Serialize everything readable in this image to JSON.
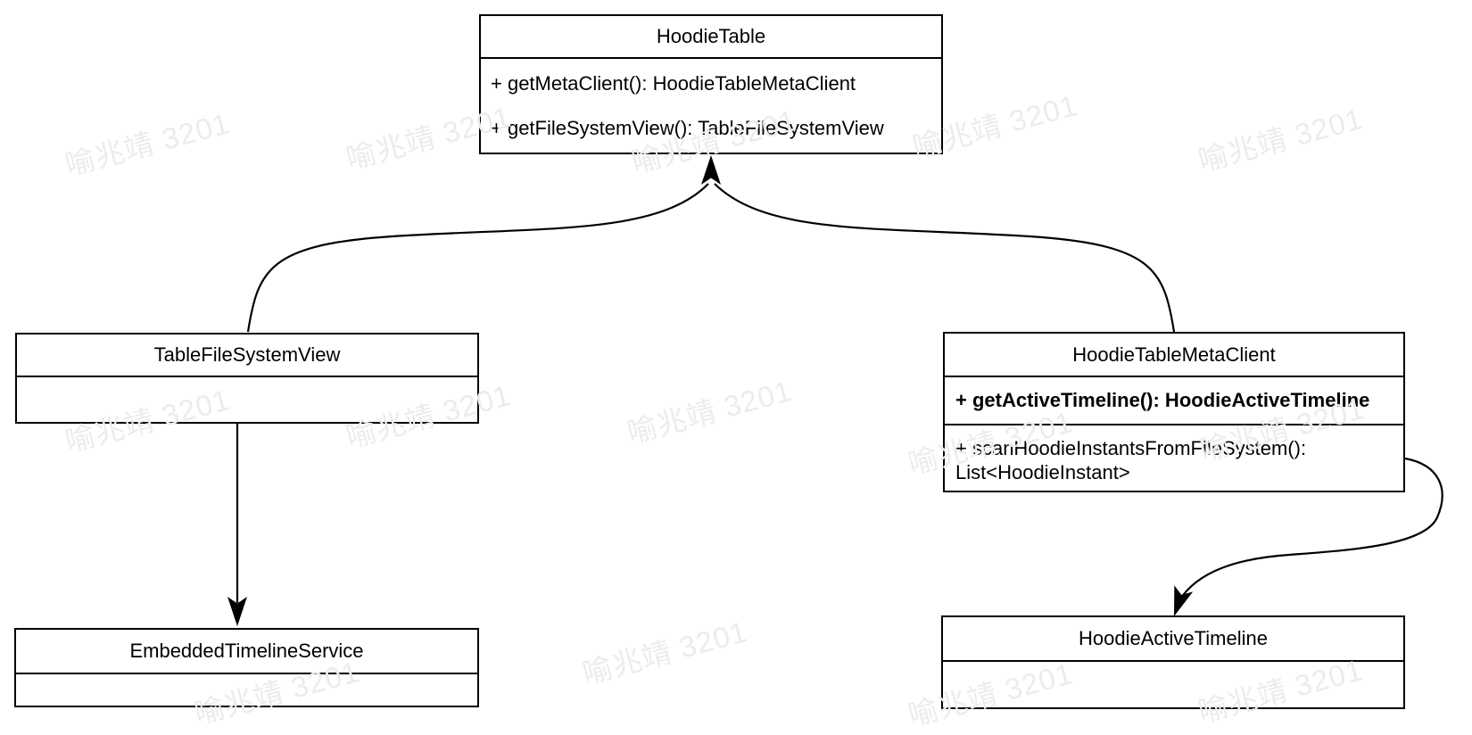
{
  "diagram": {
    "background_color": "#ffffff",
    "line_color": "#000000",
    "classes": {
      "hoodie_table": {
        "title": "HoodieTable",
        "method1": "+ getMetaClient(): HoodieTableMetaClient",
        "method2": "+ getFileSystemView(): TableFileSystemView"
      },
      "table_file_system_view": {
        "title": "TableFileSystemView",
        "methods": []
      },
      "hoodie_table_meta_client": {
        "title": "HoodieTableMetaClient",
        "method1": "+ getActiveTimeline(): HoodieActiveTimeline",
        "method2": "+ scanHoodieInstantsFromFileSystem(): List<HoodieInstant>"
      },
      "embedded_timeline_service": {
        "title": "EmbeddedTimelineService",
        "methods": []
      },
      "hoodie_active_timeline": {
        "title": "HoodieActiveTimeline",
        "methods": []
      }
    },
    "relations": [
      {
        "from": "TableFileSystemView",
        "to": "HoodieTable",
        "style": "curved-arrow"
      },
      {
        "from": "HoodieTableMetaClient",
        "to": "HoodieTable",
        "style": "curved-arrow"
      },
      {
        "from": "TableFileSystemView",
        "to": "EmbeddedTimelineService",
        "style": "straight-arrow"
      },
      {
        "from": "HoodieTableMetaClient",
        "to": "HoodieActiveTimeline",
        "style": "s-curved-arrow"
      }
    ],
    "watermark": {
      "text": "喻兆靖 3201",
      "color": "#ececec"
    }
  }
}
